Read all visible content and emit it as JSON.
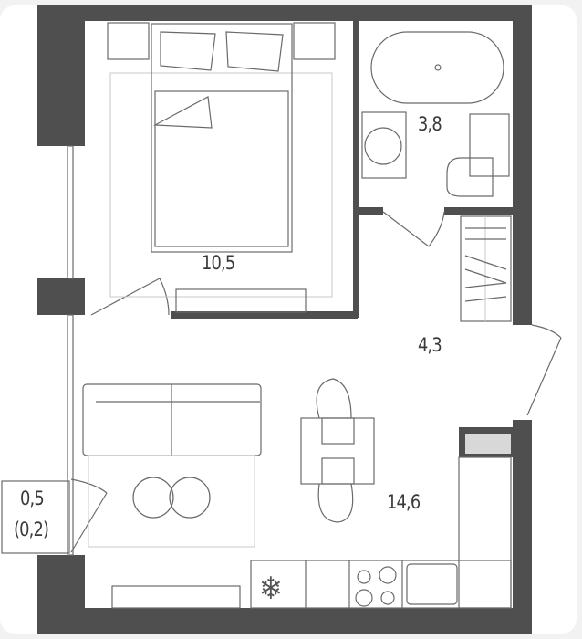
{
  "rooms": {
    "bedroom": {
      "area": "10,5"
    },
    "bathroom": {
      "area": "3,8"
    },
    "hallway": {
      "area": "4,3"
    },
    "living_kitchen": {
      "area": "14,6"
    },
    "balcony": {
      "area": "0,5",
      "reduced_area": "(0,2)"
    }
  },
  "colors": {
    "wall": "#4f4f4f",
    "background": "#ffffff"
  }
}
